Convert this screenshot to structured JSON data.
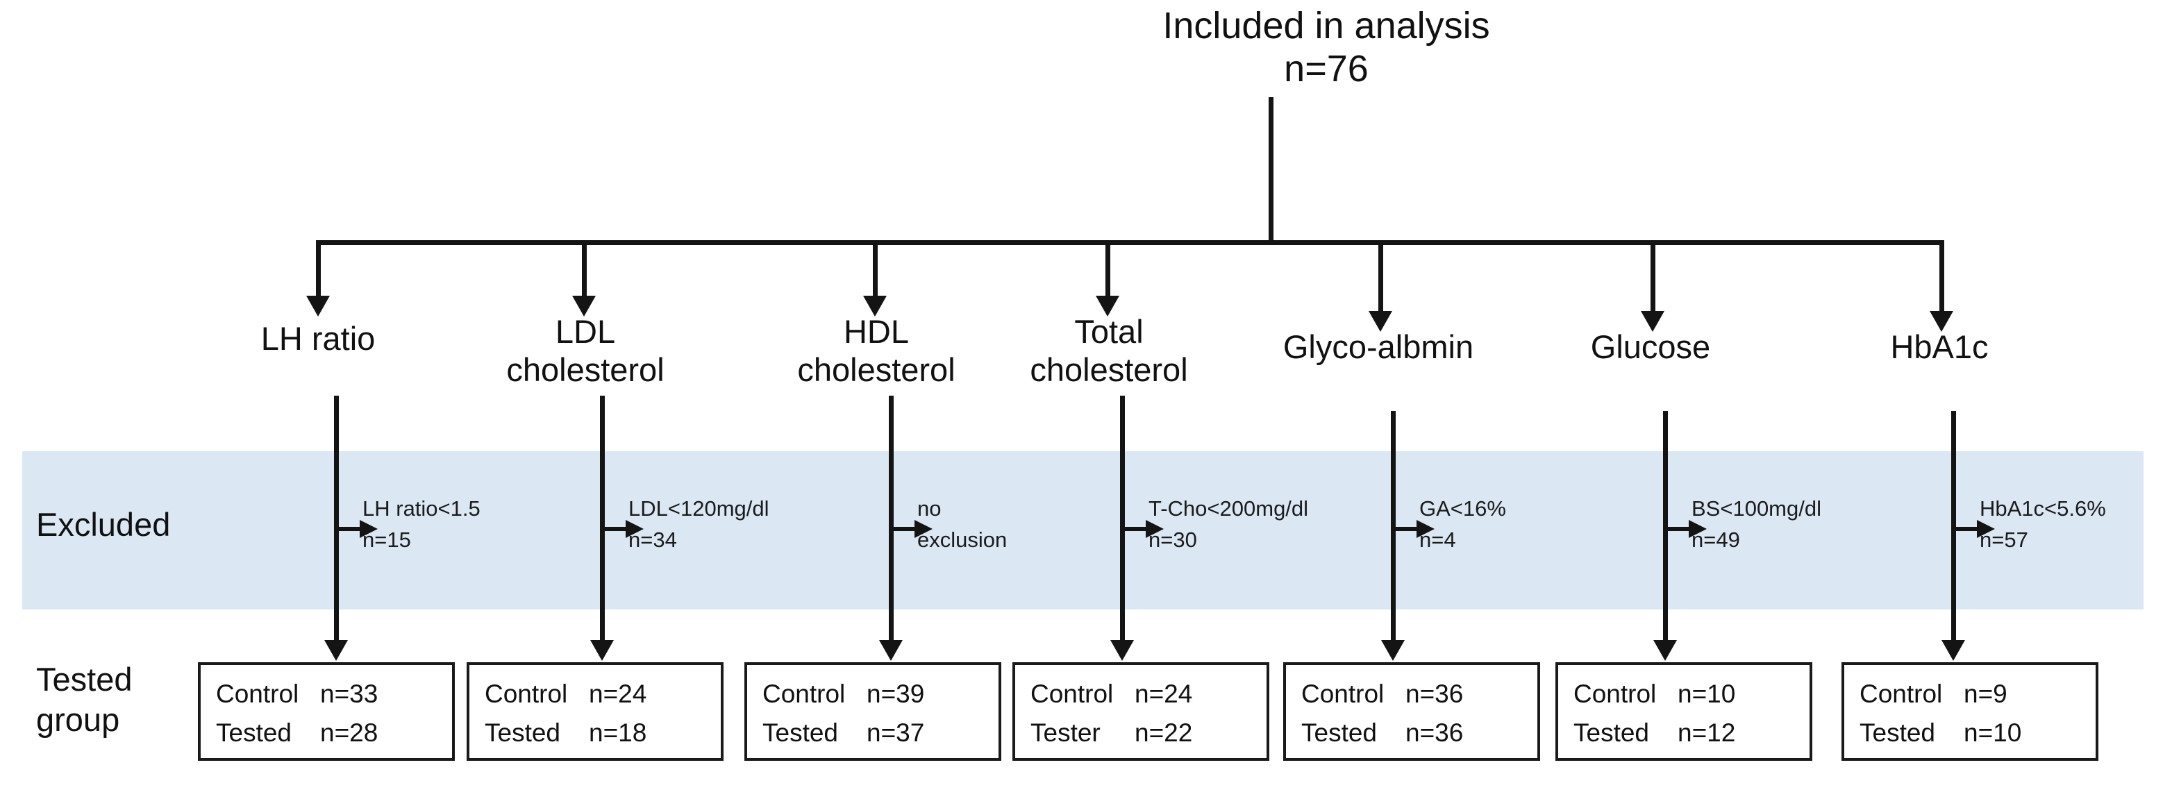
{
  "root": {
    "title": "Included in analysis",
    "count": "n=76"
  },
  "rows": {
    "excluded_label": "Excluded",
    "tested_label_line1": "Tested",
    "tested_label_line2": "group"
  },
  "colors": {
    "excluded_band": "#dbe8f4",
    "line": "#141414",
    "box_border": "#1a1a1a",
    "text": "#111111",
    "background": "#ffffff"
  },
  "branches": [
    {
      "header_line1": "LH ratio",
      "header_line2": "",
      "exclusion_criterion": "LH ratio<1.5",
      "exclusion_count": "n=15",
      "control_label": "Control",
      "control_count": "n=33",
      "tested_label": "Tested",
      "tested_count": "n=28"
    },
    {
      "header_line1": "LDL",
      "header_line2": "cholesterol",
      "exclusion_criterion": "LDL<120mg/dl",
      "exclusion_count": "n=34",
      "control_label": "Control",
      "control_count": "n=24",
      "tested_label": "Tested",
      "tested_count": "n=18"
    },
    {
      "header_line1": "HDL",
      "header_line2": "cholesterol",
      "exclusion_criterion": "no",
      "exclusion_count": "exclusion",
      "control_label": "Control",
      "control_count": "n=39",
      "tested_label": "Tested",
      "tested_count": "n=37"
    },
    {
      "header_line1": "Total",
      "header_line2": "cholesterol",
      "exclusion_criterion": "T-Cho<200mg/dl",
      "exclusion_count": "n=30",
      "control_label": "Control",
      "control_count": "n=24",
      "tested_label": "Tester",
      "tested_count": "n=22"
    },
    {
      "header_line1": "Glyco-albmin",
      "header_line2": "",
      "exclusion_criterion": "GA<16%",
      "exclusion_count": "n=4",
      "control_label": "Control",
      "control_count": "n=36",
      "tested_label": "Tested",
      "tested_count": "n=36"
    },
    {
      "header_line1": "Glucose",
      "header_line2": "",
      "exclusion_criterion": "BS<100mg/dl",
      "exclusion_count": "n=49",
      "control_label": "Control",
      "control_count": "n=10",
      "tested_label": "Tested",
      "tested_count": "n=12"
    },
    {
      "header_line1": "HbA1c",
      "header_line2": "",
      "exclusion_criterion": "HbA1c<5.6%",
      "exclusion_count": "n=57",
      "control_label": "Control",
      "control_count": "n=9",
      "tested_label": "Tested",
      "tested_count": "n=10"
    }
  ]
}
